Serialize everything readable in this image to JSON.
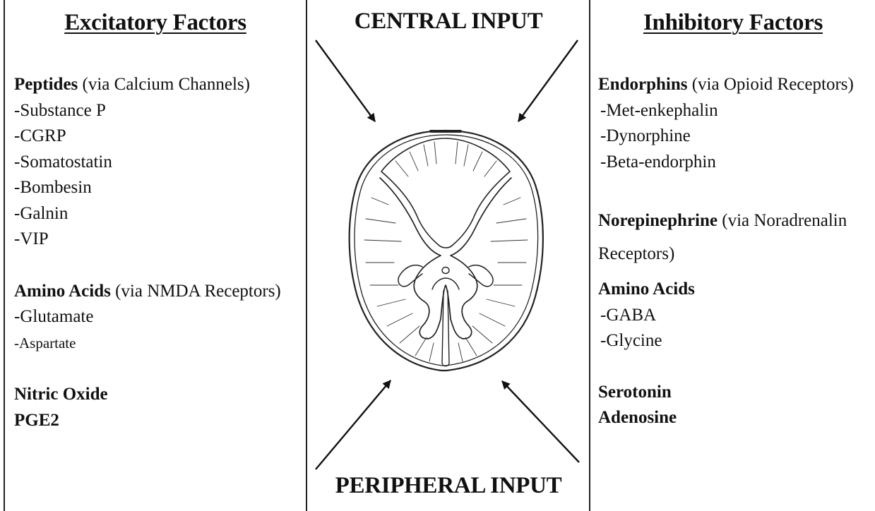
{
  "headings": {
    "left": "Excitatory Factors",
    "center_top": "CENTRAL INPUT",
    "center_bottom": "PERIPHERAL INPUT",
    "right": "Inhibitory Factors"
  },
  "excitatory": {
    "peptides": {
      "title": "Peptides",
      "note": " (via Calcium Channels)",
      "items": [
        "-Substance P",
        "-CGRP",
        "-Somatostatin",
        "-Bombesin",
        "-Galnin",
        "-VIP"
      ]
    },
    "amino_acids": {
      "title": "Amino Acids",
      "note": " (via NMDA Receptors)",
      "items": [
        "-Glutamate",
        "-Aspartate"
      ]
    },
    "others": [
      "Nitric Oxide",
      "PGE2"
    ]
  },
  "inhibitory": {
    "endorphins": {
      "title": "Endorphins",
      "note": " (via Opioid Receptors)",
      "items": [
        "-Met-enkephalin",
        "-Dynorphine",
        "-Beta-endorphin"
      ]
    },
    "norepinephrine": {
      "title": "Norepinephrine",
      "note": " (via Noradrenalin",
      "note2": "Receptors)"
    },
    "amino_acids": {
      "title": "Amino Acids",
      "items": [
        "-GABA",
        "-Glycine"
      ]
    },
    "others": [
      "Serotonin",
      "Adenosine"
    ]
  },
  "colors": {
    "ink": "#111111",
    "background": "#ffffff"
  },
  "icons": [
    "spinal-cord-cross-section-icon",
    "arrow-icon"
  ]
}
